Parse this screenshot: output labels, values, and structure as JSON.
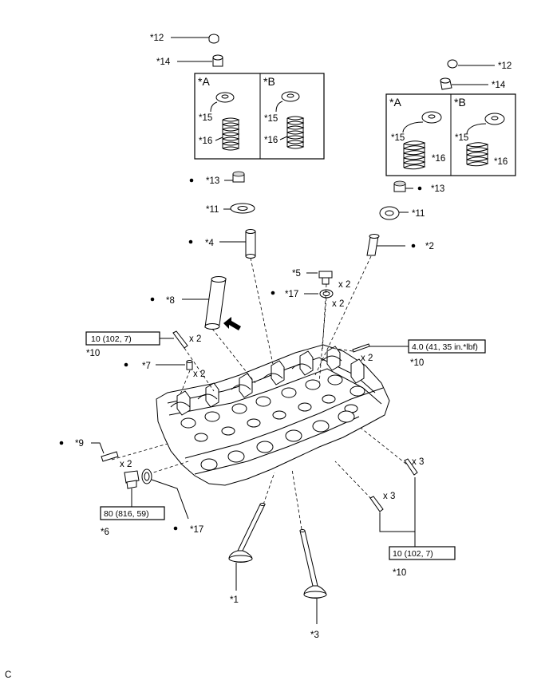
{
  "labels": {
    "p12_left": "*12",
    "p14_left": "*14",
    "p12_right": "*12",
    "p14_right": "*14",
    "boxL_A": "*A",
    "boxL_B": "*B",
    "boxL_A15": "*15",
    "boxL_A16": "*16",
    "boxL_B15": "*15",
    "boxL_B16": "*16",
    "boxR_A": "*A",
    "boxR_B": "*B",
    "boxR_A15": "*15",
    "boxR_A16": "*16",
    "boxR_B15": "*15",
    "boxR_B16": "*16",
    "p13_left": "*13",
    "p13_right": "*13",
    "p11_left": "*11",
    "p11_right": "*11",
    "p4": "*4",
    "p2": "*2",
    "p5": "*5",
    "p5_qty": "x 2",
    "p17_top": "*17",
    "p17_top_qty": "x 2",
    "p8": "*8",
    "p10_left": "*10",
    "p10_left_qty": "x 2",
    "p10_right": "*10",
    "p10_right_qty": "x 2",
    "p7": "*7",
    "p7_qty": "x 2",
    "p9": "*9",
    "p9_qty": "x 2",
    "p6": "*6",
    "p17_bottom": "*17",
    "p3_qty_upper": "x 3",
    "p3_qty_lower": "x 3",
    "p10_bottom": "*10",
    "p1": "*1",
    "p3": "*3",
    "corner_code": "C"
  },
  "torque": {
    "left": "10 (102, 7)",
    "right": "4.0 (41, 35 in.*lbf)",
    "p6": "80 (816, 59)",
    "bottom": "10 (102, 7)"
  }
}
